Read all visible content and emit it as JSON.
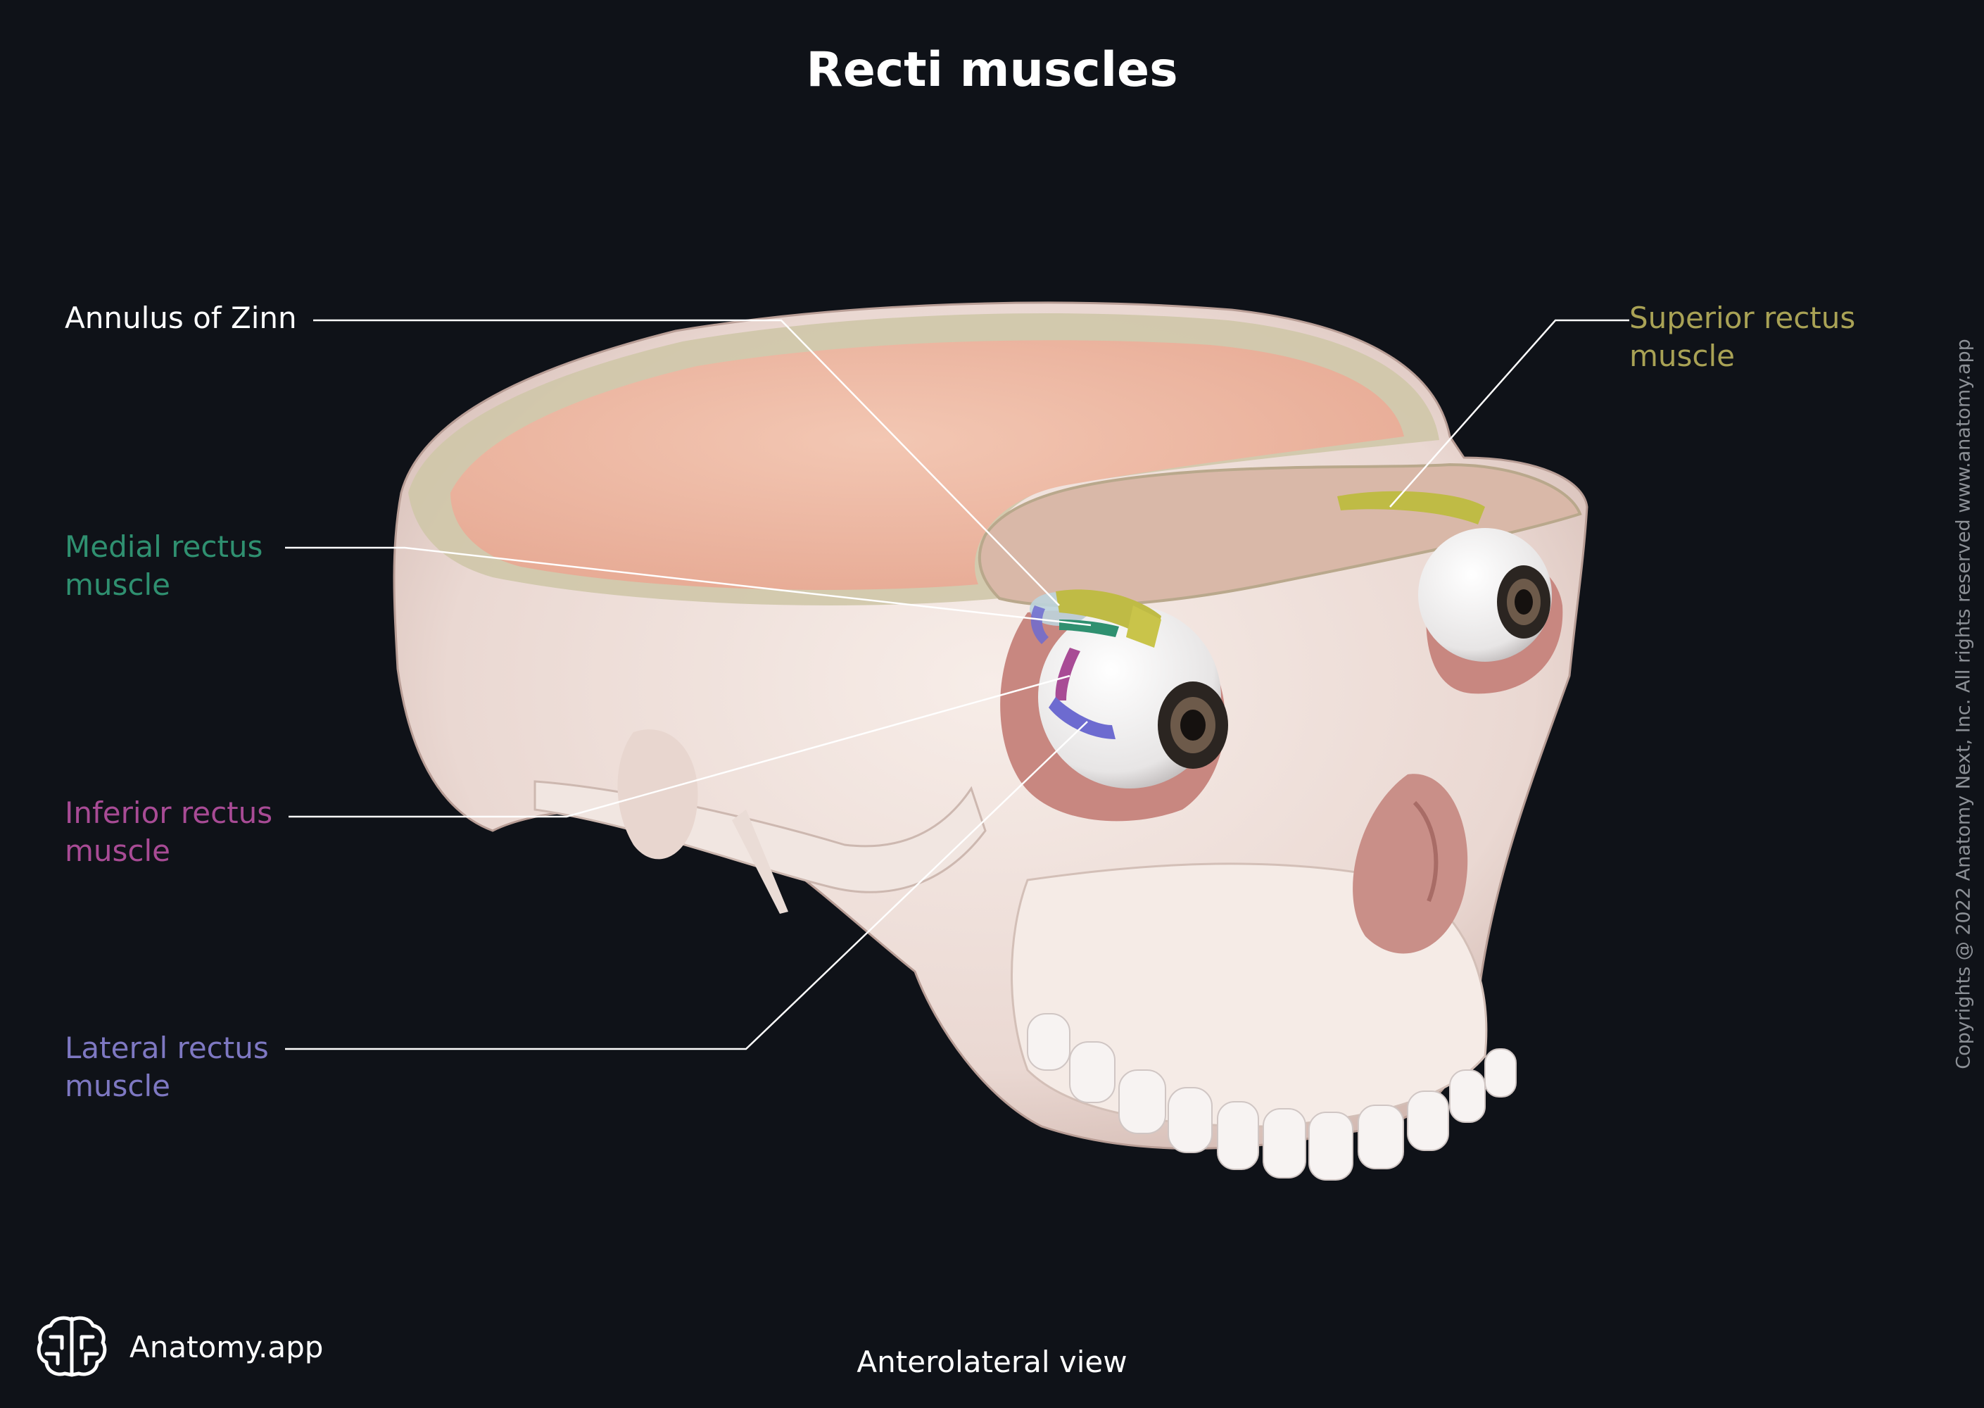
{
  "title": "Recti muscles",
  "view_label": "Anterolateral view",
  "brand": {
    "name": "Anatomy.app",
    "logo_icon": "brain-icon"
  },
  "copyright": "Copyrights @ 2022 Anatomy Next, Inc. All rights reserved www.anatomy.app",
  "labels": {
    "annulus": {
      "line1": "Annulus of Zinn",
      "color": "#ffffff"
    },
    "superior": {
      "line1": "Superior rectus",
      "line2": "muscle",
      "color": "#a9a255"
    },
    "medial": {
      "line1": "Medial rectus",
      "line2": "muscle",
      "color": "#2f9070"
    },
    "inferior": {
      "line1": "Inferior rectus",
      "line2": "muscle",
      "color": "#a84b95"
    },
    "lateral": {
      "line1": "Lateral rectus",
      "line2": "muscle",
      "color": "#7e78c2"
    }
  },
  "illustration": "skull-cutaway-illustration"
}
